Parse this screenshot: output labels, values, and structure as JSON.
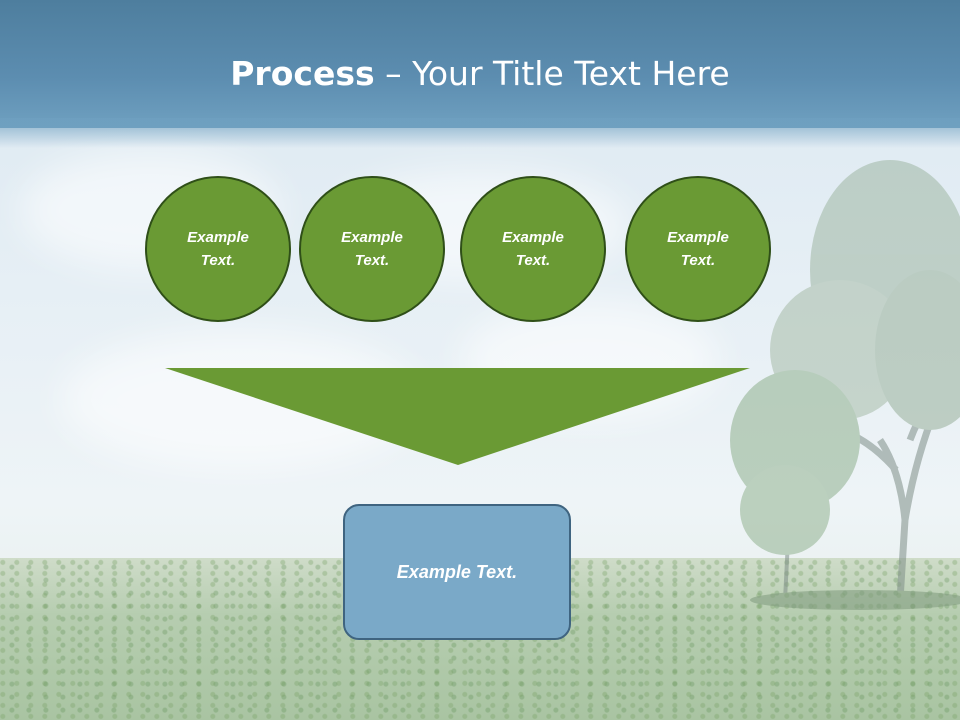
{
  "slide": {
    "title_bold": "Process",
    "title_rest": " – Your Title Text Here"
  },
  "process_steps": [
    {
      "line1": "Example",
      "line2": "Text."
    },
    {
      "line1": "Example",
      "line2": "Text."
    },
    {
      "line1": "Example",
      "line2": "Text."
    },
    {
      "line1": "Example",
      "line2": "Text."
    }
  ],
  "result": {
    "label": "Example Text."
  },
  "colors": {
    "header": "#5c8db0",
    "step_fill": "#6a9a34",
    "step_border": "#2f4f18",
    "funnel": "#6a9a34",
    "result_fill": "#7aa9c8",
    "result_border": "#3f6480"
  }
}
